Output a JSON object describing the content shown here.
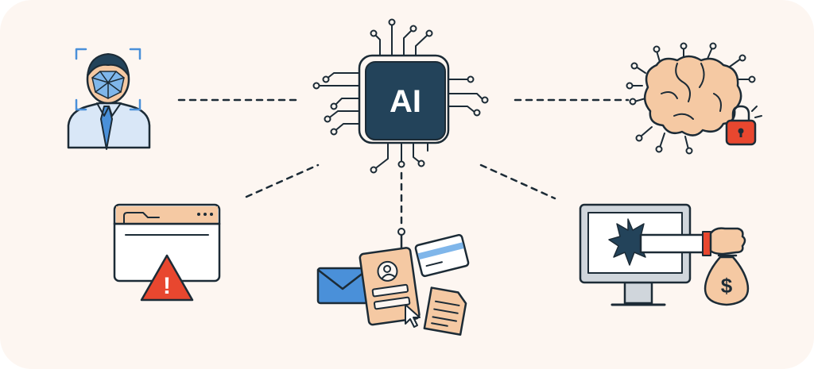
{
  "diagram": {
    "center_label": "AI",
    "nodes": [
      {
        "id": "face-recognition",
        "icon": "face-recognition-icon"
      },
      {
        "id": "brain-lock",
        "icon": "brain-lock-icon"
      },
      {
        "id": "browser-warning",
        "icon": "browser-warning-icon"
      },
      {
        "id": "phishing-data",
        "icon": "phishing-hook-icon"
      },
      {
        "id": "computer-theft",
        "icon": "computer-money-theft-icon"
      }
    ],
    "warning_symbol": "!",
    "currency_symbol": "$"
  },
  "colors": {
    "background": "#fdf6f1",
    "chip": "#23435a",
    "outline": "#1c2b36",
    "accent_blue": "#4a90d9",
    "accent_orange": "#f5c9a3",
    "alert_red": "#e8472f"
  }
}
